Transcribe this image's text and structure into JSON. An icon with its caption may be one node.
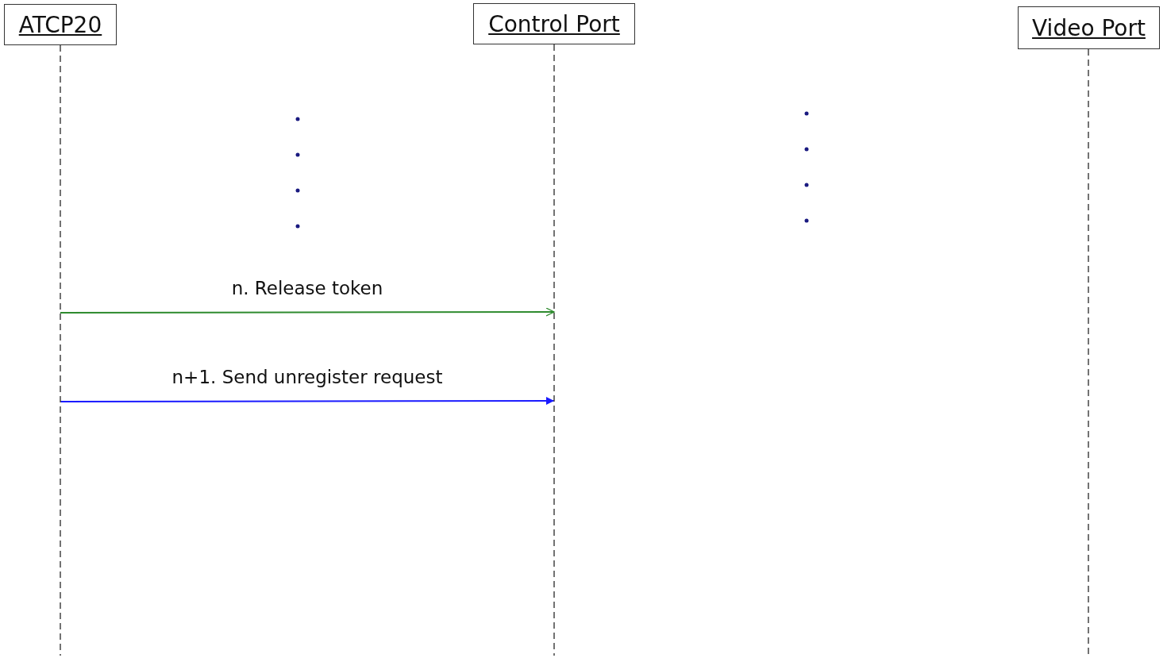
{
  "diagram": {
    "nodes": [
      {
        "text": [
          "ATCP20"
        ]
      },
      {
        "text": [
          "Control Port"
        ]
      },
      {
        "text": [
          "Video Port"
        ]
      }
    ],
    "edges": [
      {
        "from": 0,
        "to": 1,
        "arrow": "to",
        "label": "n. Release token",
        "color": "#2e8b2e"
      },
      {
        "from": 0,
        "to": 1,
        "arrow": "to",
        "label": "n+1. Send unregister request",
        "color": "#1a1aff"
      }
    ]
  }
}
